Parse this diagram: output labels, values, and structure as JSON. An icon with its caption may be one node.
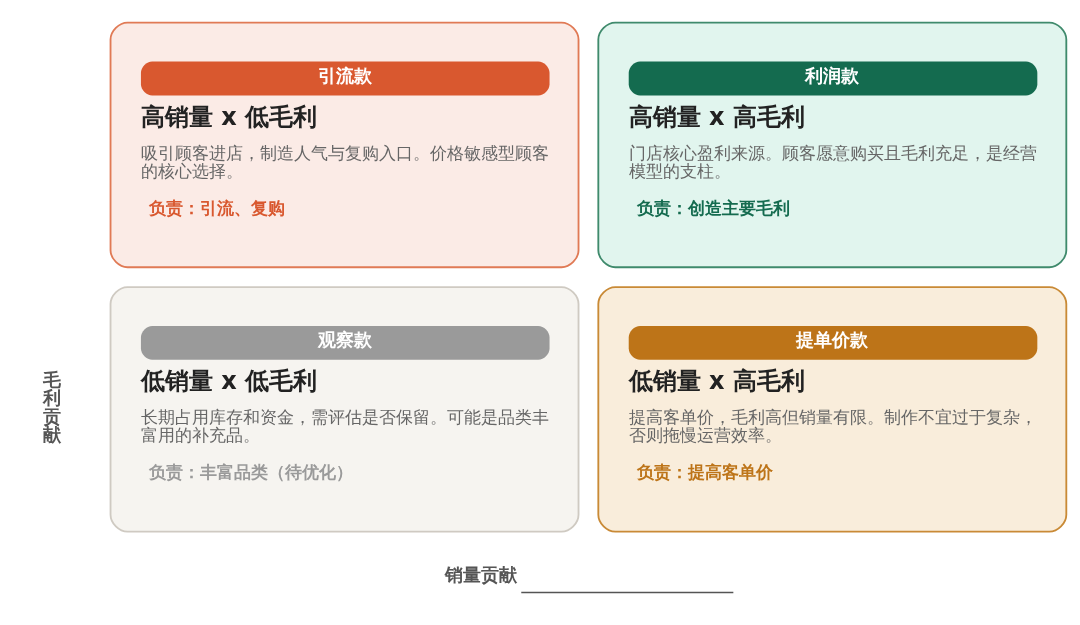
{
  "diagram": {
    "nodes": [
      {
        "text": [
          "引流款",
          "高销量 x 低毛利",
          "吸引顾客进店，制造人气与复购入口。价格敏感型顾客的核心选择。",
          "负责：引流、复购"
        ]
      },
      {
        "text": [
          "利润款",
          "高销量 x 高毛利",
          "门店核心盈利来源。顾客愿意购买且毛利充足，是经营模型的支柱。",
          "负责：创造主要毛利"
        ]
      },
      {
        "text": [
          "观察款",
          "低销量 x 低毛利",
          "长期占用库存和资金，需评估是否保留。可能是品类丰富用的补充品。",
          "负责：丰富品类（待优化）"
        ]
      },
      {
        "text": [
          "提单价款",
          "低销量 x 高毛利",
          "提高客单价，毛利高但销量有限。制作不宜过于复杂，否则拖慢运营效率。",
          "负责：提高客单价"
        ]
      }
    ],
    "labels": [
      "毛利贡献",
      "销量贡献"
    ]
  }
}
